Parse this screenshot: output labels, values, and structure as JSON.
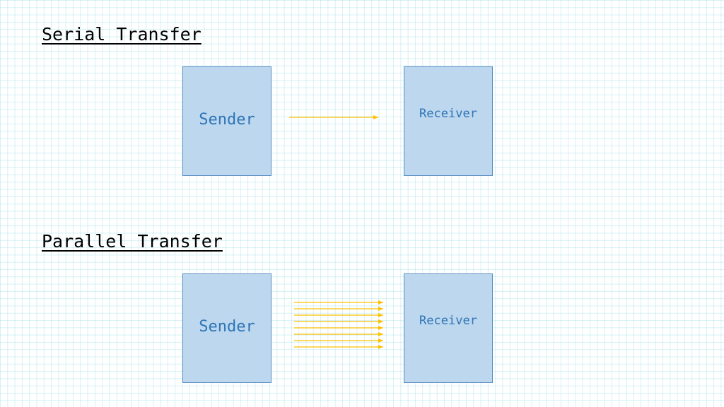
{
  "colors": {
    "box_fill": "#bdd7ee",
    "box_border": "#5b8fc4",
    "box_text": "#2e75b6",
    "arrow": "#ffc000",
    "grid": "#8cd7e1"
  },
  "serial": {
    "title": "Serial Transfer",
    "sender_label": "Sender",
    "receiver_label": "Receiver",
    "arrow_count": 1
  },
  "parallel": {
    "title": "Parallel Transfer",
    "sender_label": "Sender",
    "receiver_label": "Receiver",
    "arrow_count": 8
  }
}
